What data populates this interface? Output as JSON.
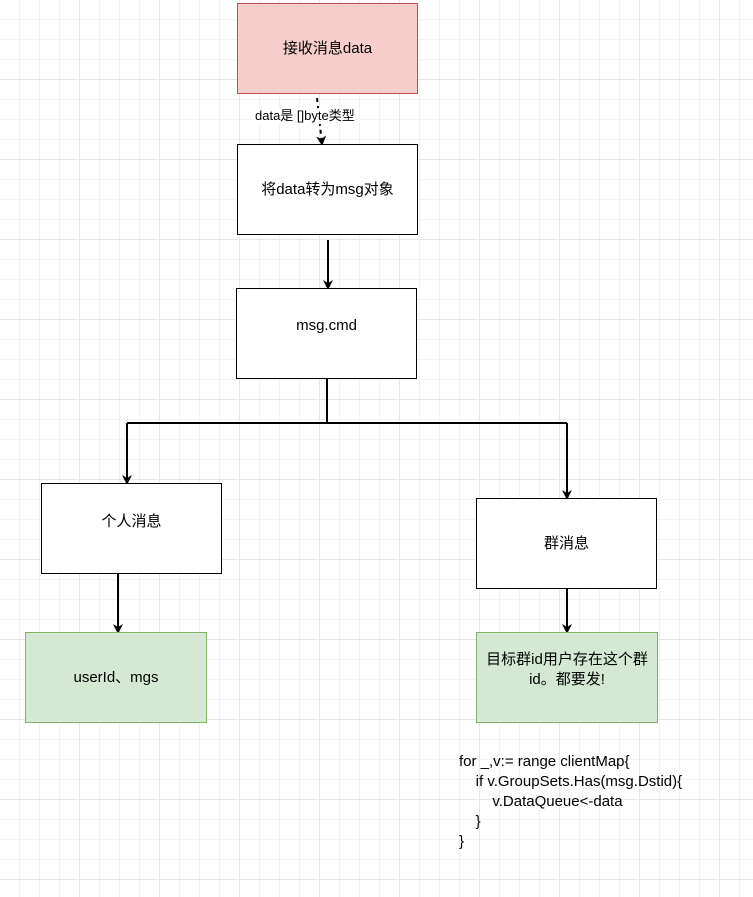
{
  "nodes": {
    "receive": "接收消息data",
    "convert": "将data转为msg对象",
    "cmd": "msg.cmd",
    "personal": "个人消息",
    "group": "群消息",
    "personal_target": "userId、mgs",
    "group_target": "目标群id用户存在这个群id。都要发!"
  },
  "edge_label": "data是 []byte类型",
  "code_lines": [
    "for _,v:= range clientMap{",
    "    if v.GroupSets.Has(msg.Dstid){",
    "        v.DataQueue<-data",
    "    }",
    "}"
  ],
  "colors": {
    "receive_fill": "#f8cecc",
    "receive_stroke": "#b85450",
    "result_fill": "#d5e8d4",
    "result_stroke": "#82b366"
  }
}
